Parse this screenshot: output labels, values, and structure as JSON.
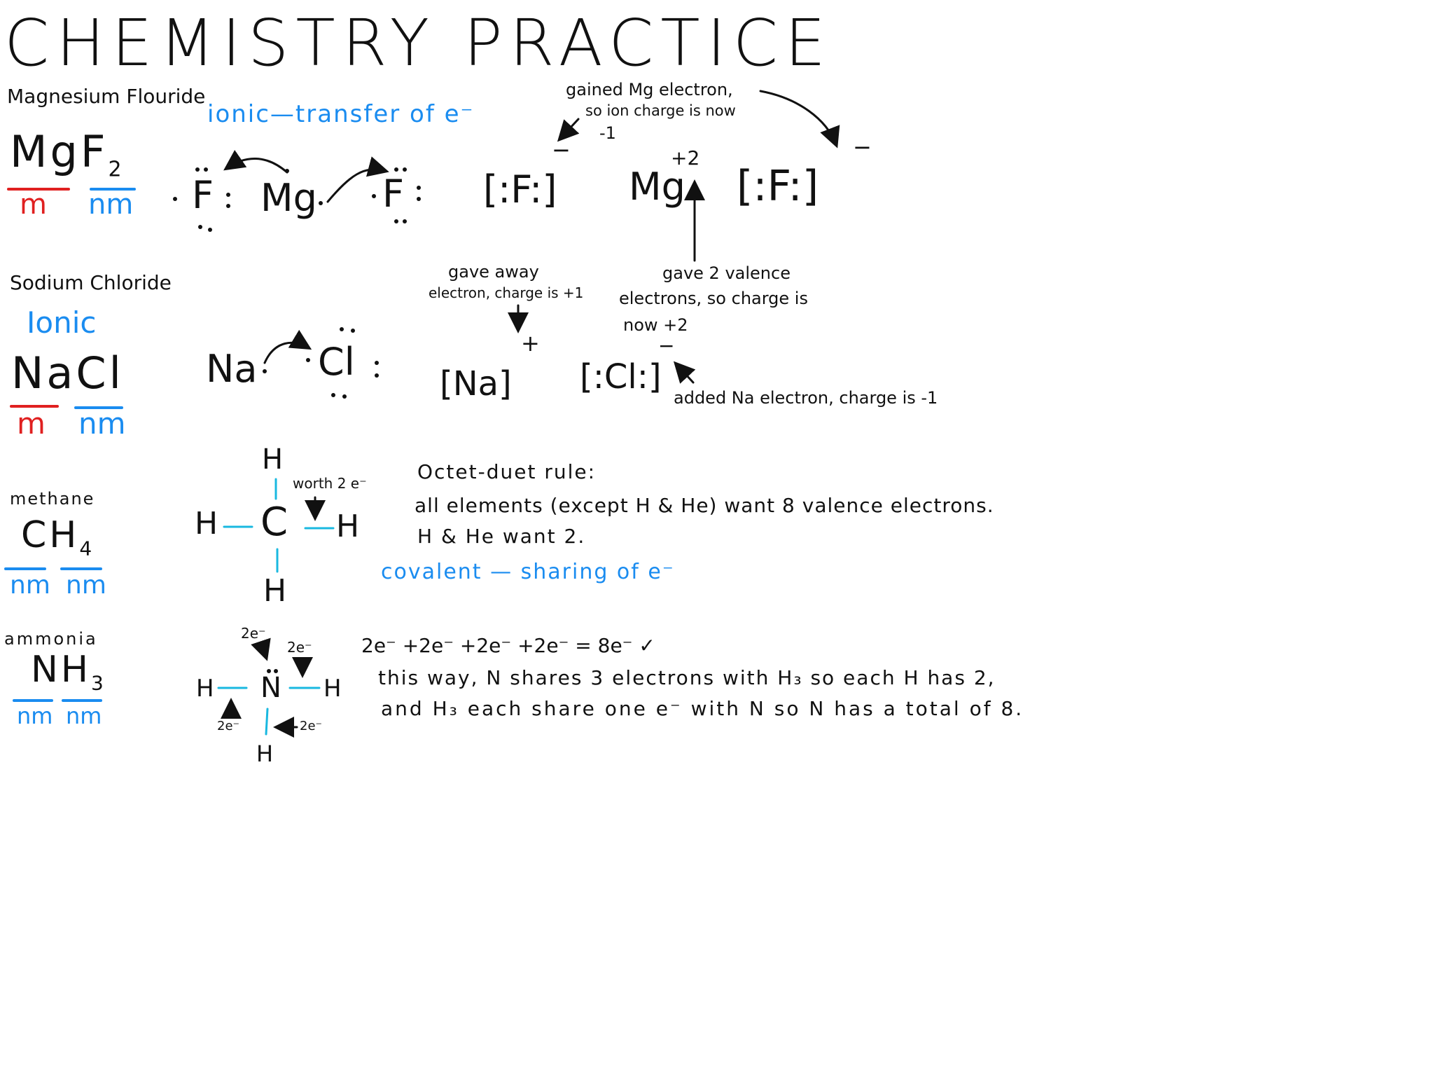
{
  "title": "CHEMISTRY PRACTICE",
  "mgf2": {
    "name": "Magnesium Flouride",
    "formula_main": "MgF",
    "formula_sub": "2",
    "m": "m",
    "nm": "nm",
    "type": "ionic—transfer of e⁻",
    "lewis_F1": "F",
    "lewis_Mg": "Mg",
    "lewis_F2": "F",
    "ion_F1": "[:F:]",
    "ion_F1_charge": "−",
    "ion_Mg": "Mg",
    "ion_Mg_charge": "+2",
    "ion_F2": "[:F:]",
    "ion_F2_charge": "−",
    "note_gained_1": "gained Mg electron,",
    "note_gained_2": "so ion charge is now",
    "note_gained_3": "-1",
    "note_gave_1": "gave 2 valence",
    "note_gave_2": "electrons, so charge is",
    "note_gave_3": "now +2"
  },
  "nacl": {
    "name": "Sodium Chloride",
    "type": "Ionic",
    "formula": "NaCl",
    "m": "m",
    "nm": "nm",
    "lewis_Na": "Na",
    "lewis_Cl": "Cl",
    "ion_Na": "[Na]",
    "ion_Na_charge": "+",
    "ion_Cl": "[:Cl:]",
    "ion_Cl_charge": "−",
    "note_gave_1": "gave away",
    "note_gave_2": "electron, charge is +1",
    "note_added": "added Na electron, charge is -1"
  },
  "methane": {
    "name": "methane",
    "formula_main": "CH",
    "formula_sub": "4",
    "nm1": "nm",
    "nm2": "nm",
    "C": "C",
    "H": "H",
    "worth": "worth 2 e⁻"
  },
  "rule": {
    "heading": "Octet-duet rule:",
    "line1": "all elements (except H & He) want 8 valence electrons.",
    "line2": "H & He want 2.",
    "covalent": "covalent — sharing of e⁻"
  },
  "ammonia": {
    "name": "ammonia",
    "formula_main": "NH",
    "formula_sub": "3",
    "nm1": "nm",
    "nm2": "nm",
    "N": "N",
    "H": "H",
    "two_e": "2e⁻",
    "sum": "2e⁻ +2e⁻ +2e⁻ +2e⁻ = 8e⁻ ✓",
    "expl1": "this way, N shares 3 electrons with H₃ so each H has 2,",
    "expl2": "and H₃ each share one e⁻ with N so N has a total of 8."
  }
}
